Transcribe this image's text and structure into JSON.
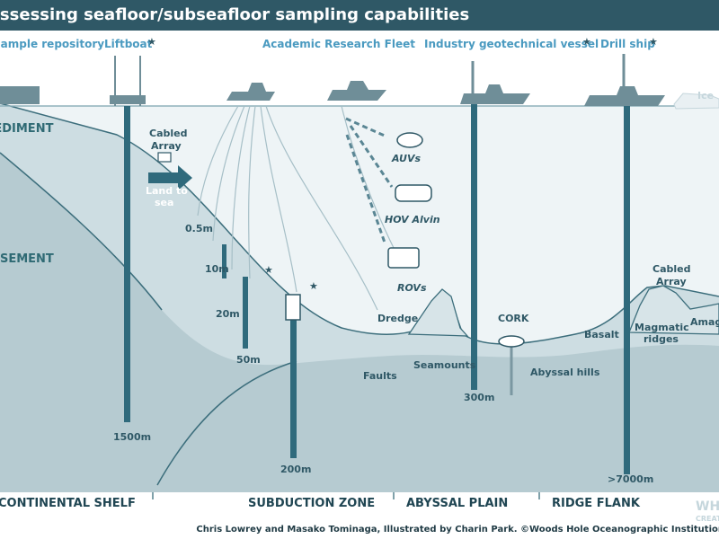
{
  "title": "Assessing seafloor/subseafloor sampling capabilities",
  "platforms": {
    "sample_repository": "Sample repository",
    "liftboat": "Liftboat",
    "research_fleet": "Academic Research Fleet",
    "geotech_vessel": "Industry geotechnical vessel",
    "drill_ship": "Drill ship",
    "ice": "Ice"
  },
  "layers": {
    "sediment": "SEDIMENT",
    "basement": "BASEMENT"
  },
  "tools": {
    "cabled_array_left": [
      "Cabled",
      "Array"
    ],
    "land_to_sea": [
      "Land to",
      "sea"
    ],
    "auvs": "AUVs",
    "hov_alvin": "HOV Alvin",
    "rovs": "ROVs",
    "dredge": "Dredge",
    "cork": "CORK",
    "cabled_array_right": [
      "Cabled",
      "Array"
    ]
  },
  "depths": {
    "d05": "0.5m",
    "d10": "10m",
    "d20": "20m",
    "d50": "50m",
    "d200": "200m",
    "d300": "300m",
    "d1500": "1500m",
    "d7000": ">7000m"
  },
  "features": {
    "faults": "Faults",
    "seamounts": "Seamounts",
    "abyssal_hills": "Abyssal hills",
    "basalt": "Basalt",
    "magmatic_ridges": [
      "Magmatic",
      "ridges"
    ],
    "amag": "Amag"
  },
  "zones": [
    "CONTINENTAL SHELF",
    "SUBDUCTION ZONE",
    "ABYSSAL PLAIN",
    "RIDGE FLANK"
  ],
  "star": "★",
  "watermark": [
    "WH",
    "CREAT"
  ],
  "credit": "Chris Lowrey and Masako Tominaga, Illustrated by Charin Park. ©Woods Hole Oceanographic Institution",
  "colors": {
    "title_bg": "#2f5866",
    "water": "#eef4f6",
    "sediment": "#c9dadf",
    "basement": "#b3c9cf",
    "lines": "#3c6e7c",
    "label_blue": "#4a9ac0"
  }
}
